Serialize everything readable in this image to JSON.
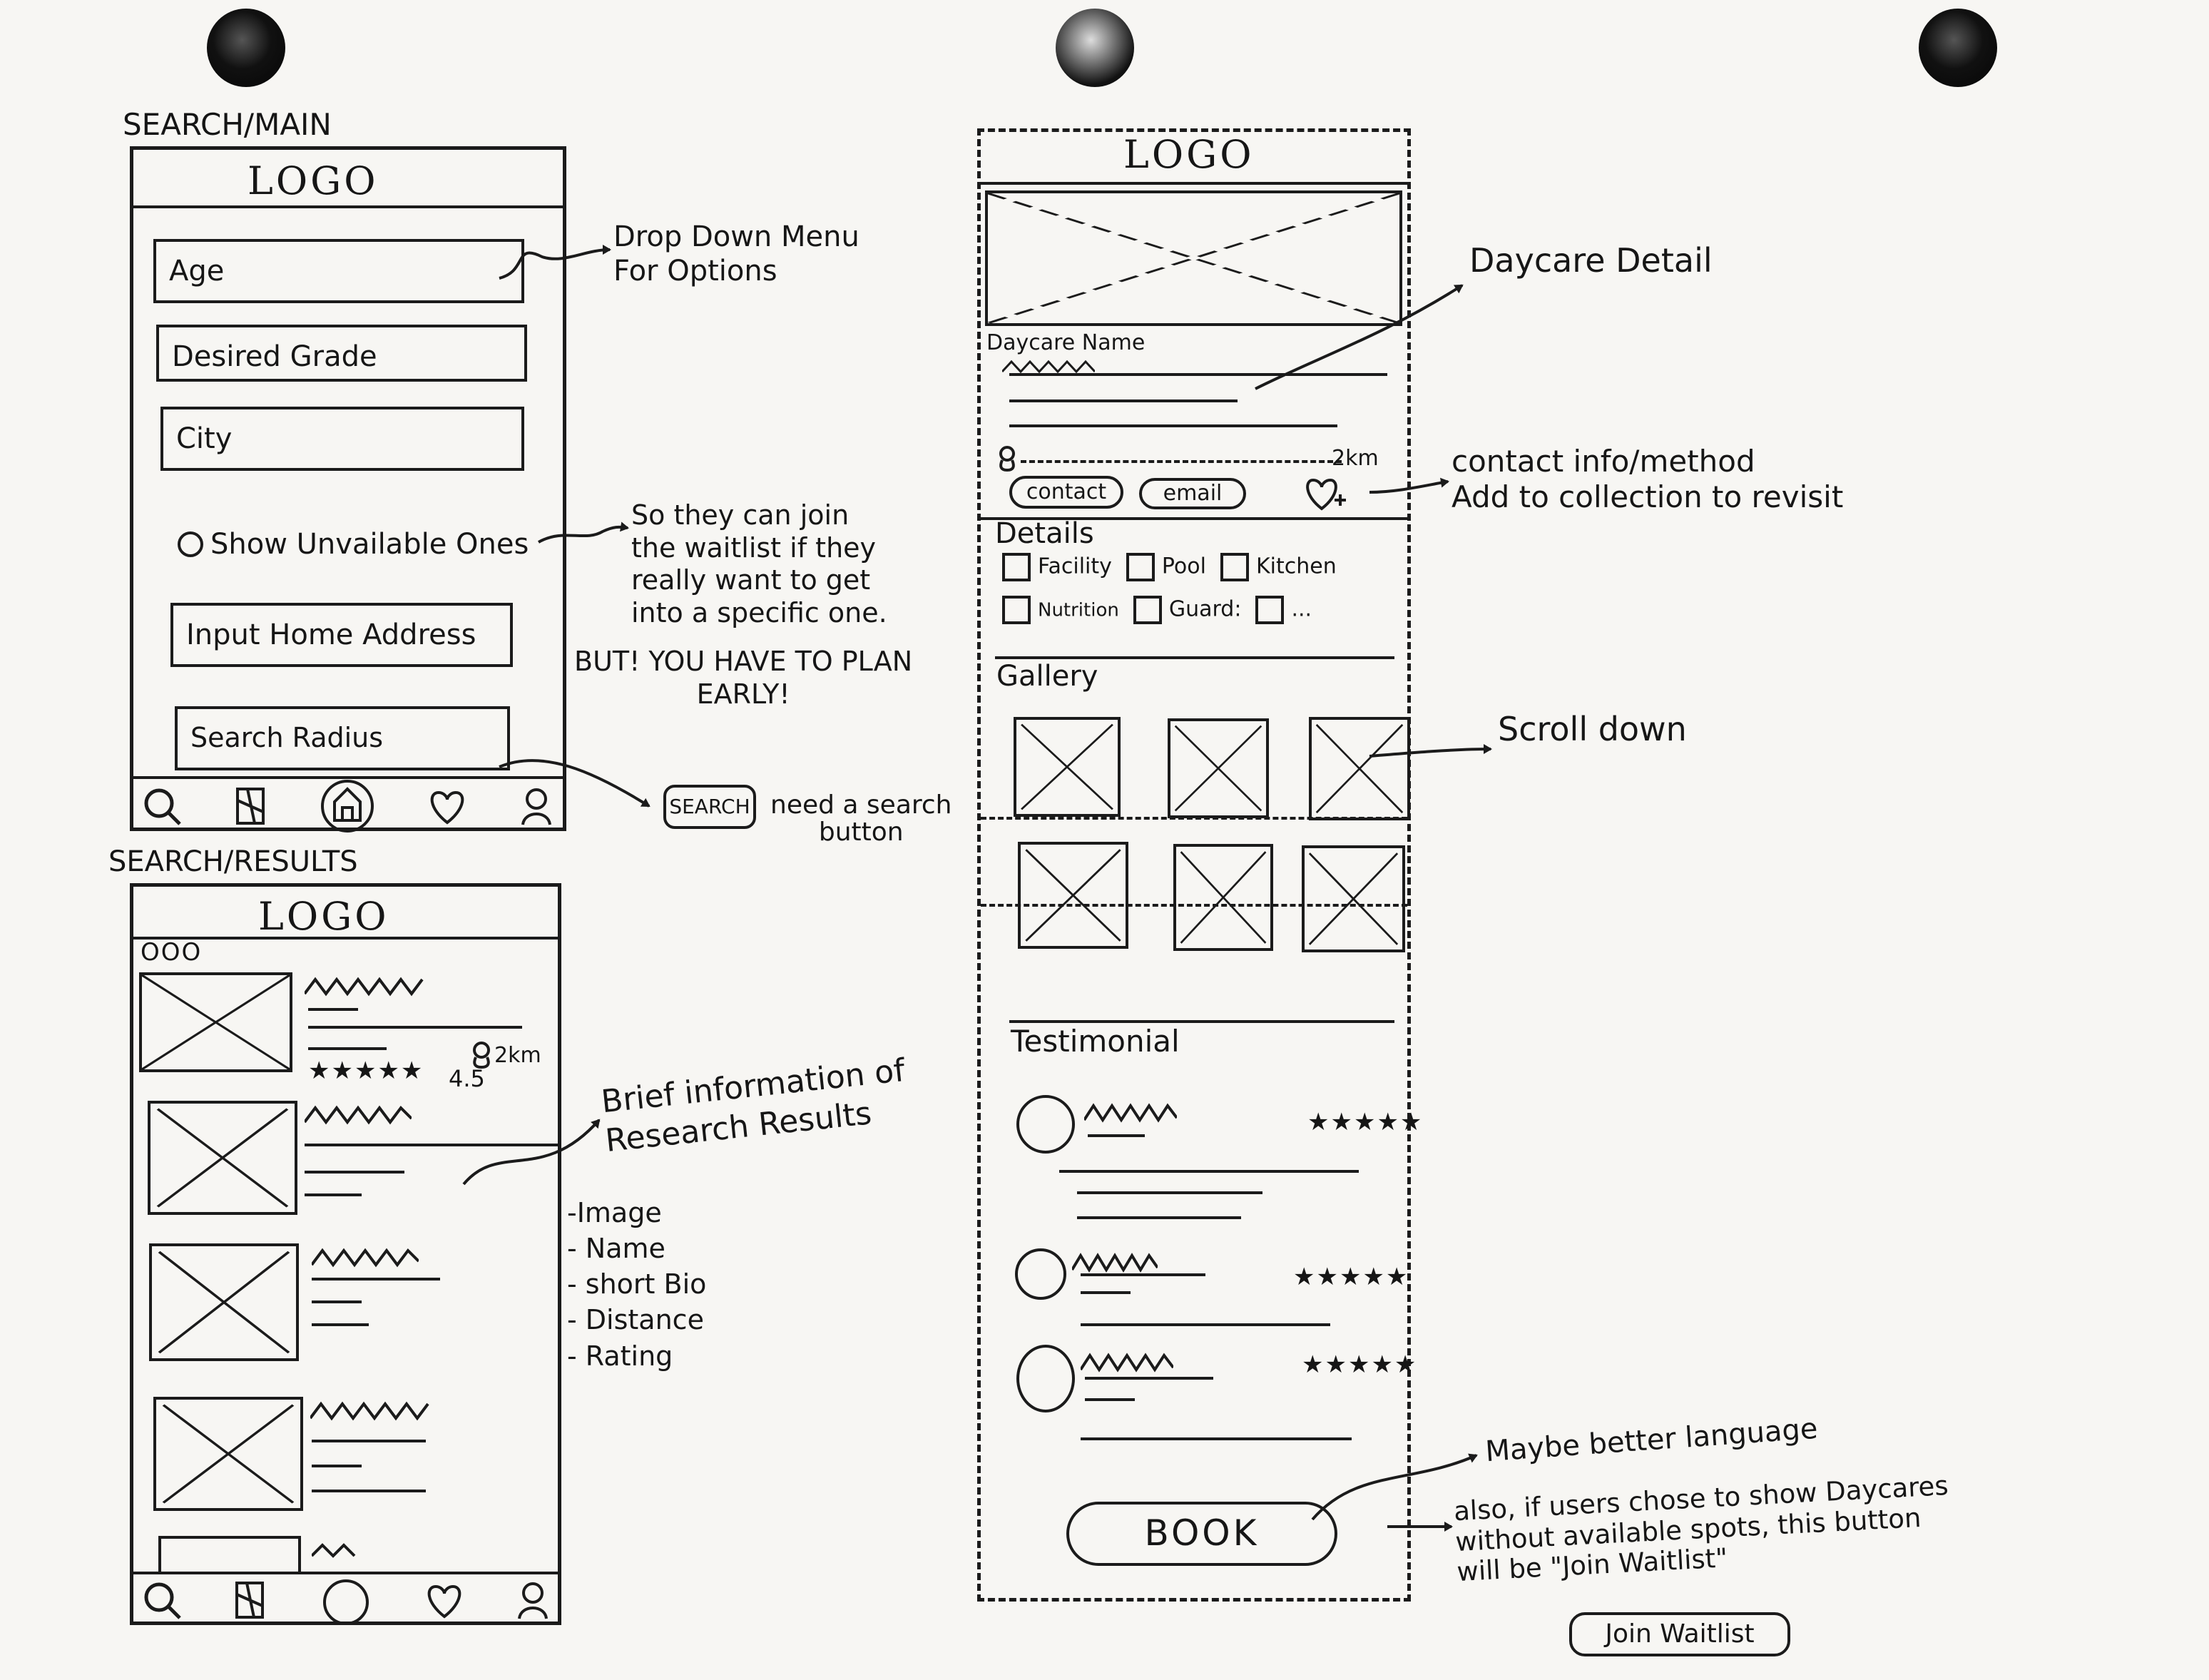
{
  "search_main": {
    "section_label": "SEARCH/MAIN",
    "logo": "LOGO",
    "fields": [
      "Age",
      "Desired Grade",
      "City"
    ],
    "toggle_label": "Show Unvailable Ones",
    "address_field": "Input Home Address",
    "radius_field": "Search Radius",
    "nav_icons": [
      "search-icon",
      "map-icon",
      "home-icon",
      "heart-icon",
      "profile-icon"
    ]
  },
  "search_results": {
    "section_label": "SEARCH/RESULTS",
    "logo": "LOGO",
    "dots": "OOO",
    "first_result": {
      "distance": "2km",
      "rating": "4.5",
      "stars": "★★★★★"
    }
  },
  "daycare_detail": {
    "logo": "LOGO",
    "name_label": "Daycare Name",
    "distance": "2km",
    "contact_button": "contact",
    "email_button": "email",
    "details_heading": "Details",
    "details_items": [
      "Facility",
      "Pool",
      "Kitchen",
      "Nutrition",
      "Guard:",
      "..."
    ],
    "gallery_heading": "Gallery",
    "testimonial_heading": "Testimonial",
    "testimonial_stars": "★★★★★",
    "book_button": "BOOK"
  },
  "annotations": {
    "dropdown_note": "Drop Down Menu\nFor Options",
    "unavailable_note": "So they can join\nthe waitlist if they\nreally want to get\ninto a specific one.",
    "plan_early_note": "BUT! YOU HAVE TO PLAN\nEARLY!",
    "search_button_label": "SEARCH",
    "search_button_note": "need a search\nbutton",
    "brief_info_note": "Brief information of\nResearch Results",
    "brief_info_list": [
      "-Image",
      "- Name",
      "- short Bio",
      "- Distance",
      "- Rating"
    ],
    "daycare_detail_note": "Daycare Detail",
    "contact_note": "contact info/method\nAdd to collection to revisit",
    "scroll_note": "Scroll down",
    "language_note": "Maybe better language",
    "waitlist_note": "also, if users chose to show Daycares\nwithout available spots, this button\nwill be \"Join Waitlist\"",
    "join_waitlist_label": "Join Waitlist"
  }
}
